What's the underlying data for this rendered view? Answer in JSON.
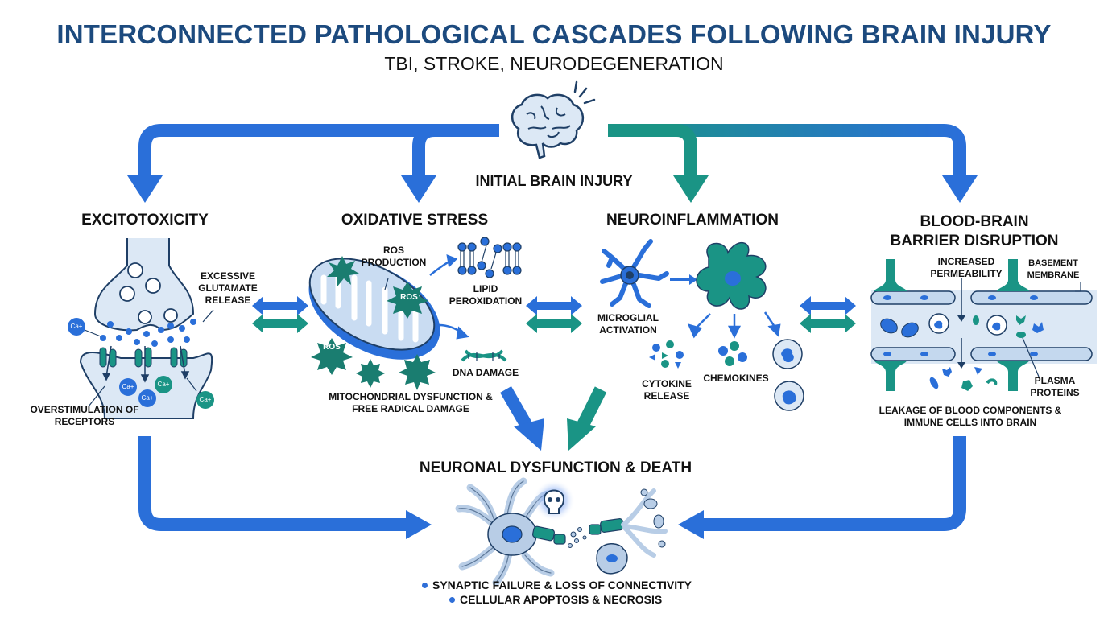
{
  "header": {
    "title": "INTERCONNECTED PATHOLOGICAL CASCADES FOLLOWING BRAIN INJURY",
    "subtitle": "TBI, STROKE, NEURODEGENERATION"
  },
  "colors": {
    "title": "#1c4a7e",
    "blue": "#2a6fd9",
    "teal": "#1a9485",
    "light_blue": "#dce8f5",
    "outline": "#1f3f66"
  },
  "origin": {
    "label": "INITIAL BRAIN INJURY",
    "icon": "brain-icon"
  },
  "sections": {
    "excitotoxicity": {
      "title": "EXCITOTOXICITY",
      "labels": {
        "release": "EXCESSIVE GLUTAMATE RELEASE",
        "receptors": "OVERSTIMULATION OF RECEPTORS"
      },
      "ions": [
        "Ca+",
        "Ca+",
        "Ca+",
        "Ca+",
        "Ca+"
      ]
    },
    "oxidative": {
      "title": "OXIDATIVE STRESS",
      "labels": {
        "ros_production": "ROS PRODUCTION",
        "lipid": "LIPID PEROXIDATION",
        "dna": "DNA DAMAGE",
        "summary": "MITOCHONDRIAL DYSFUNCTION & FREE RADICAL DAMAGE"
      },
      "ros_tags": [
        "ROS",
        "ROS"
      ]
    },
    "inflammation": {
      "title": "NEUROINFLAMMATION",
      "labels": {
        "microglial": "MICROGLIAL ACTIVATION",
        "cytokine": "CYTOKINE RELEASE",
        "chemokines": "CHEMOKINES"
      }
    },
    "bbb": {
      "title_line1": "BLOOD-BRAIN",
      "title_line2": "BARRIER DISRUPTION",
      "labels": {
        "permeability": "INCREASED PERMEABILITY",
        "basement": "BASEMENT MEMBRANE",
        "plasma": "PLASMA PROTEINS",
        "summary": "LEAKAGE OF BLOOD COMPONENTS & IMMUNE CELLS INTO BRAIN"
      }
    },
    "outcome": {
      "title": "NEURONAL DYSFUNCTION & DEATH",
      "bullets": [
        "SYNAPTIC FAILURE & LOSS OF CONNECTIVITY",
        "CELLULAR APOPTOSIS & NECROSIS"
      ]
    }
  }
}
